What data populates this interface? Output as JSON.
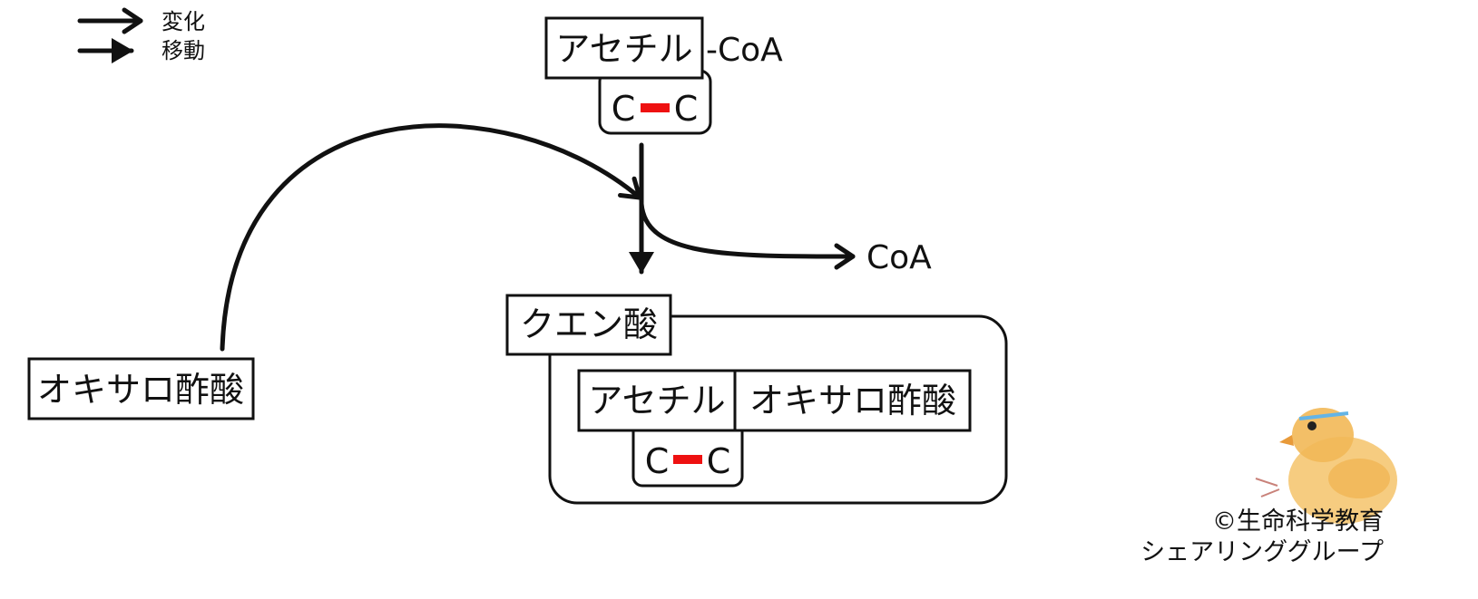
{
  "legend": {
    "change_label": "変化",
    "move_label": "移動"
  },
  "acetyl_coa": {
    "acetyl_label": "アセチル",
    "coa_suffix": "-CoA",
    "carbon_left": "C",
    "carbon_right": "C"
  },
  "released_coa_label": "CoA",
  "oxaloacetate_label": "オキサロ酢酸",
  "citrate": {
    "title": "クエン酸",
    "acetyl_label": "アセチル",
    "oxaloacetate_label": "オキサロ酢酸",
    "carbon_left": "C",
    "carbon_right": "C"
  },
  "copyright": {
    "line1": "©生命科学教育",
    "line2": "シェアリンググループ"
  },
  "colors": {
    "bond": "#ee1111",
    "line": "#111111",
    "mascot": "#f5c36a"
  },
  "icons": {
    "mascot": "chick-mascot"
  }
}
